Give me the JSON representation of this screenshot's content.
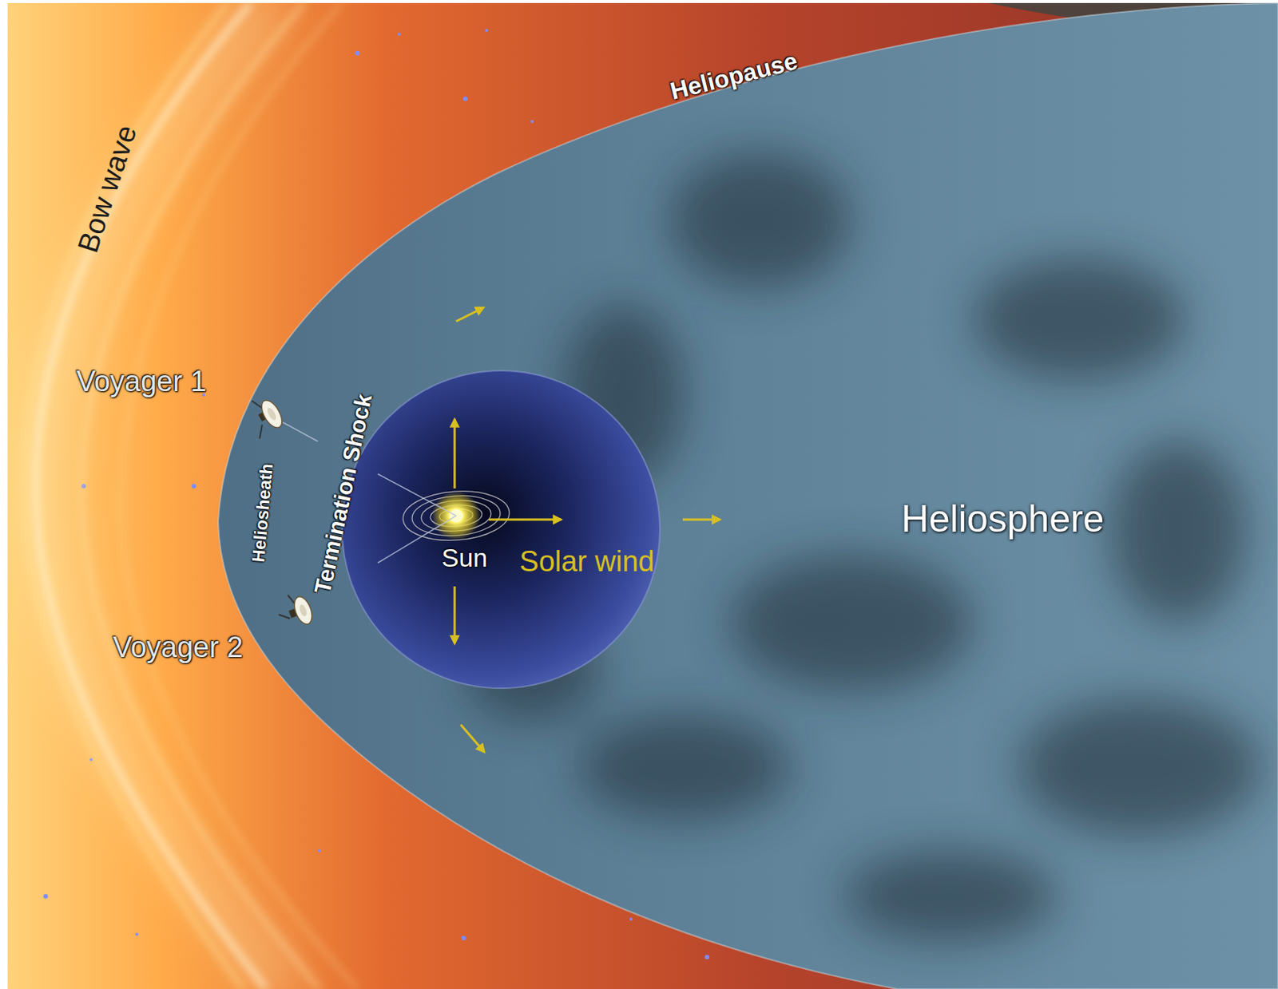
{
  "diagram": {
    "labels": [
      "Bow wave",
      "Heliopause",
      "Voyager 1",
      "Heliosheath",
      "Termination Shock",
      "Sun",
      "Solar wind",
      "Voyager 2",
      "Heliosphere"
    ]
  }
}
